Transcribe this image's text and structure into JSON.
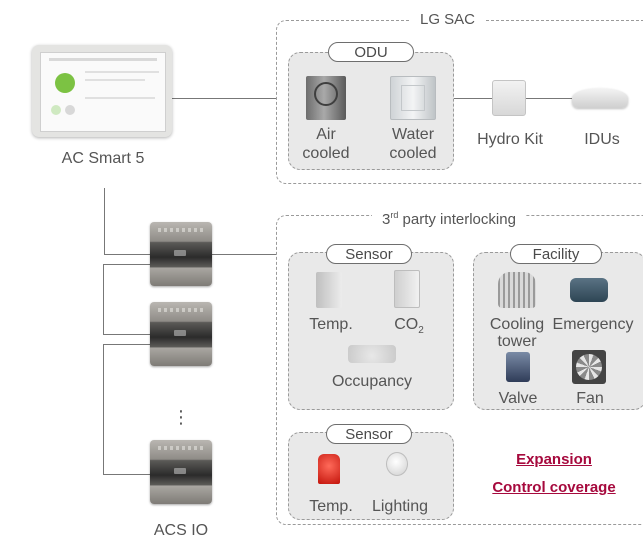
{
  "controller": {
    "name": "AC Smart 5"
  },
  "acs_io": {
    "name": "ACS IO",
    "ellipsis": "⋮"
  },
  "lg_sac": {
    "title": "LG SAC",
    "odu": {
      "label": "ODU",
      "items": [
        {
          "label_line1": "Air",
          "label_line2": "cooled",
          "icon": "air-cooled-odu-icon"
        },
        {
          "label_line1": "Water",
          "label_line2": "cooled",
          "icon": "water-cooled-odu-icon"
        }
      ]
    },
    "hydro_kit": {
      "label": "Hydro Kit",
      "icon": "hydro-kit-icon"
    },
    "idus": {
      "label": "IDUs",
      "icon": "ceiling-cassette-icon"
    }
  },
  "third_party": {
    "title_prefix": "3",
    "title_sup": "rd",
    "title_suffix": " party interlocking",
    "sensor_group": {
      "label": "Sensor",
      "items": {
        "temp": "Temp.",
        "co2_main": "CO",
        "co2_sub": "2",
        "occupancy": "Occupancy"
      }
    },
    "facility_group": {
      "label": "Facility",
      "items": {
        "cooling_line1": "Cooling",
        "cooling_line2": "tower",
        "emergency": "Emergency",
        "valve": "Valve",
        "fan": "Fan"
      }
    },
    "output_group": {
      "label": "Sensor",
      "items": {
        "temp": "Temp.",
        "lighting": "Lighting"
      }
    }
  },
  "expansion": {
    "line1": "Expansion",
    "line2": "Control coverage",
    "color": "#a6093d"
  }
}
